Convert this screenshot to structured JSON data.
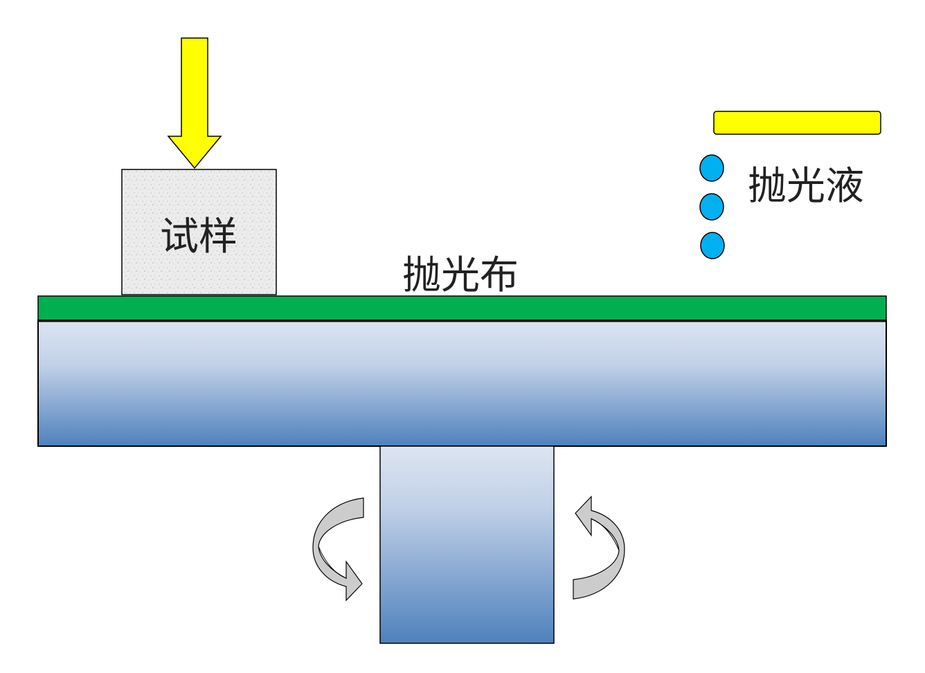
{
  "labels": {
    "specimen": "试样",
    "polishing_cloth": "抛光布",
    "polishing_liquid": "抛光液"
  },
  "colors": {
    "force_arrow": "#ffff00",
    "specimen_fill": "#ececec",
    "polishing_cloth": "#00b050",
    "platen_top": "#dde6f2",
    "platen_bottom": "#4f81bd",
    "liquid_dispenser": "#ffff00",
    "liquid_drops": "#00b0f0",
    "rotation_arrows": "#cccccc",
    "outline": "#000000"
  },
  "icons": {
    "force": "down-arrow-icon",
    "rotation_left": "curved-arrow-icon",
    "rotation_right": "curved-arrow-icon",
    "drops": "drop-icon"
  }
}
